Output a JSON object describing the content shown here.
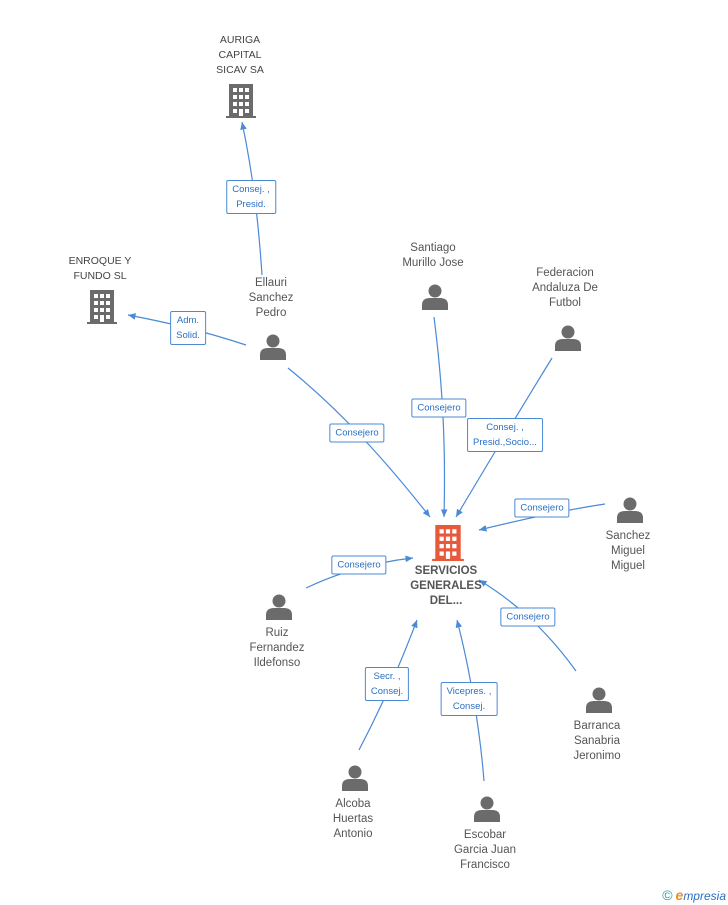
{
  "nodes": {
    "center": {
      "label_lines": [
        "SERVICIOS",
        "GENERALES",
        "DEL..."
      ]
    },
    "auriga": {
      "label_lines": [
        "AURIGA",
        "CAPITAL",
        "SICAV SA"
      ]
    },
    "enroque": {
      "label_lines": [
        "ENROQUE Y",
        "FUNDO SL"
      ]
    },
    "ellauri": {
      "label_lines": [
        "Ellauri",
        "Sanchez",
        "Pedro"
      ]
    },
    "santiago": {
      "label_lines": [
        "Santiago",
        "Murillo Jose"
      ]
    },
    "federacion": {
      "label_lines": [
        "Federacion",
        "Andaluza De",
        "Futbol"
      ]
    },
    "sanchez": {
      "label_lines": [
        "Sanchez",
        "Miguel",
        "Miguel"
      ]
    },
    "ruiz": {
      "label_lines": [
        "Ruiz",
        "Fernandez",
        "Ildefonso"
      ]
    },
    "barranca": {
      "label_lines": [
        "Barranca",
        "Sanabria",
        "Jeronimo"
      ]
    },
    "alcoba": {
      "label_lines": [
        "Alcoba",
        "Huertas",
        "Antonio"
      ]
    },
    "escobar": {
      "label_lines": [
        "Escobar",
        "Garcia Juan",
        "Francisco"
      ]
    }
  },
  "edges": {
    "ellauri_auriga": {
      "label_lines": [
        "Consej. ,",
        "Presid."
      ]
    },
    "ellauri_enroque": {
      "label_lines": [
        "Adm.",
        "Solid."
      ]
    },
    "ellauri_center": {
      "label_lines": [
        "Consejero"
      ]
    },
    "santiago_center": {
      "label_lines": [
        "Consejero"
      ]
    },
    "federacion_center": {
      "label_lines": [
        "Consej. ,",
        "Presid.,Socio..."
      ]
    },
    "sanchez_center": {
      "label_lines": [
        "Consejero"
      ]
    },
    "ruiz_center": {
      "label_lines": [
        "Consejero"
      ]
    },
    "barranca_center": {
      "label_lines": [
        "Consejero"
      ]
    },
    "alcoba_center": {
      "label_lines": [
        "Secr. ,",
        "Consej."
      ]
    },
    "escobar_center": {
      "label_lines": [
        "Vicepres. ,",
        "Consej."
      ]
    }
  },
  "footer": {
    "copyright": "©",
    "brand_initial": "e",
    "brand_rest": "mpresia"
  },
  "colors": {
    "edge": "#4a8ad6",
    "person": "#6b6b6b",
    "company": "#6b6b6b",
    "center_company": "#e8583a"
  }
}
